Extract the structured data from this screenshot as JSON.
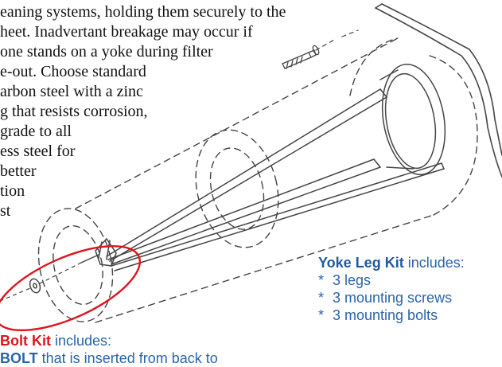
{
  "body_text": {
    "lines": [
      "eaning systems, holding them securely to the",
      "heet.  Inadvertant breakage may occur if",
      "one stands on a yoke during filter",
      "e-out.  Choose standard",
      "arbon steel with a zinc",
      "g that resists corrosion,",
      "grade to all",
      "ess steel for",
      "better",
      "tion",
      "st"
    ]
  },
  "yoke_kit": {
    "title": "Yoke Leg Kit",
    "title_suffix": " includes:",
    "bullet": "*",
    "items": [
      "3 legs",
      "3 mounting screws",
      "3 mounting bolts"
    ]
  },
  "bolt_kit": {
    "title": "Bolt Kit",
    "title_suffix": " includes:",
    "line2_bold": "BOLT",
    "line2_rest": " that is inserted from back to"
  },
  "colors": {
    "yoke_title": "#1f5a9e",
    "kit_text": "#2a64a8",
    "bolt_title": "#e0141c",
    "highlight_ellipse": "#e0141c",
    "drawing_line": "#444444"
  }
}
